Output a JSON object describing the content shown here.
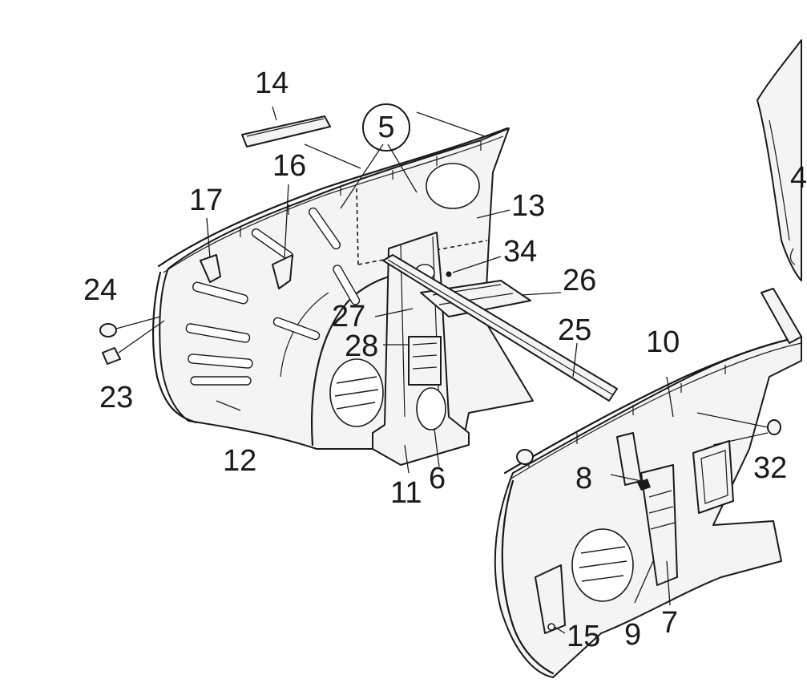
{
  "callouts": {
    "c14": "14",
    "c5": "5",
    "c16a": "16",
    "c17": "17",
    "c13": "13",
    "c34": "34",
    "c24": "24",
    "c26": "26",
    "c27": "27",
    "c25": "25",
    "c28": "28",
    "c23": "23",
    "c10": "10",
    "c12": "12",
    "c11": "11",
    "c6": "6",
    "c32": "32",
    "c8": "8",
    "c15": "15",
    "c9": "9",
    "c7": "7",
    "c4": "4"
  },
  "colors": {
    "ink": "#1a1a1a",
    "paper": "#ffffff",
    "panel": "#f4f4f4"
  }
}
